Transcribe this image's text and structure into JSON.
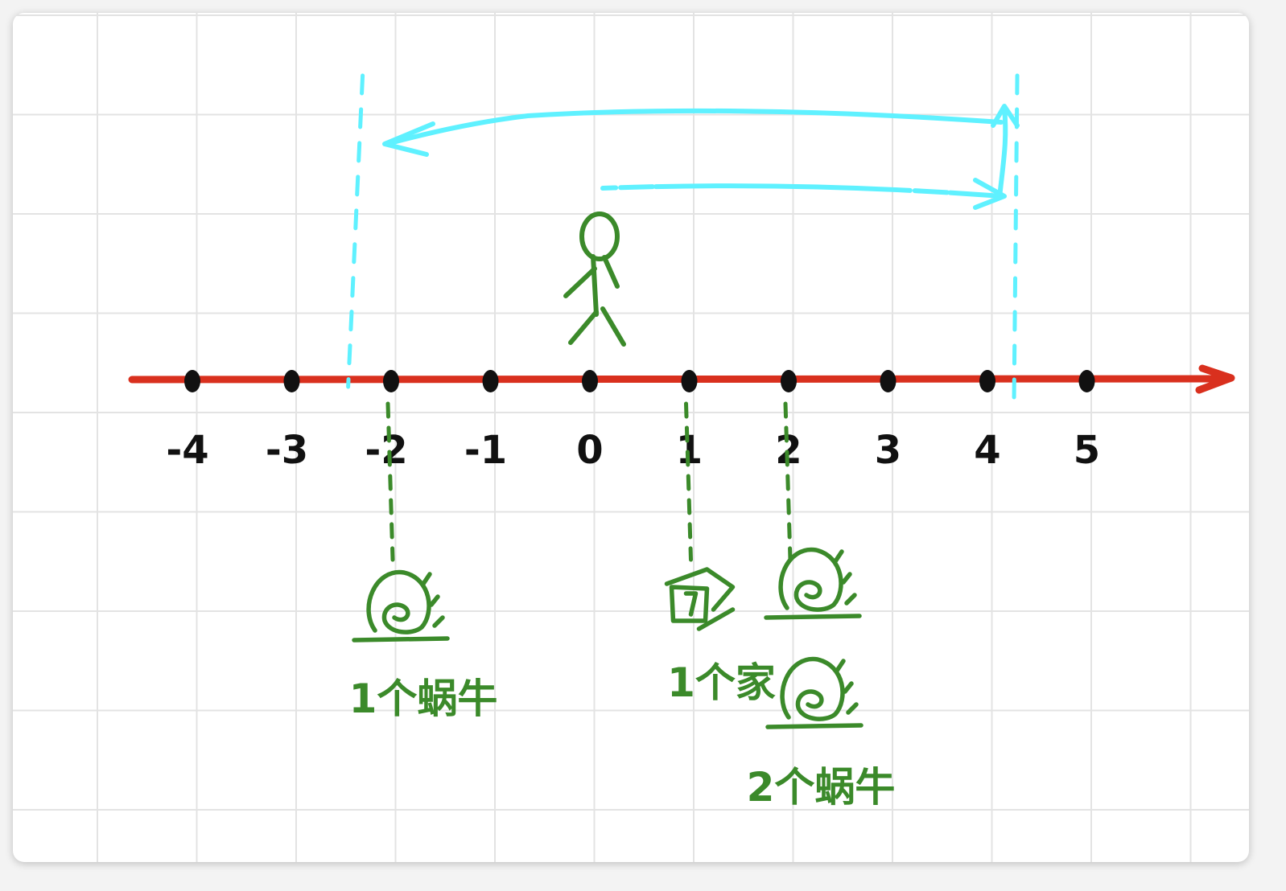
{
  "colors": {
    "axis": "#d9301e",
    "dot": "#111111",
    "tick_label": "#111111",
    "cyan": "#5ff1ff",
    "green": "#3b8a2a"
  },
  "number_line": {
    "ticks": [
      -4,
      -3,
      -2,
      -1,
      0,
      1,
      2,
      3,
      4,
      5
    ],
    "tick_labels": [
      "-4",
      "-3",
      "-2",
      "-1",
      "0",
      "1",
      "2",
      "3",
      "4",
      "5"
    ]
  },
  "range_markers": {
    "left_value": -2.4,
    "right_value": 4.3
  },
  "person": {
    "icon": "stick-figure-icon",
    "position": 0
  },
  "items": [
    {
      "position": -2,
      "icons": [
        "snail-icon"
      ],
      "caption": "1个蜗牛"
    },
    {
      "position": 1,
      "icons": [
        "house-icon"
      ],
      "caption": "1个家"
    },
    {
      "position": 2,
      "icons": [
        "snail-icon",
        "snail-icon"
      ],
      "caption": "2个蜗牛"
    }
  ]
}
